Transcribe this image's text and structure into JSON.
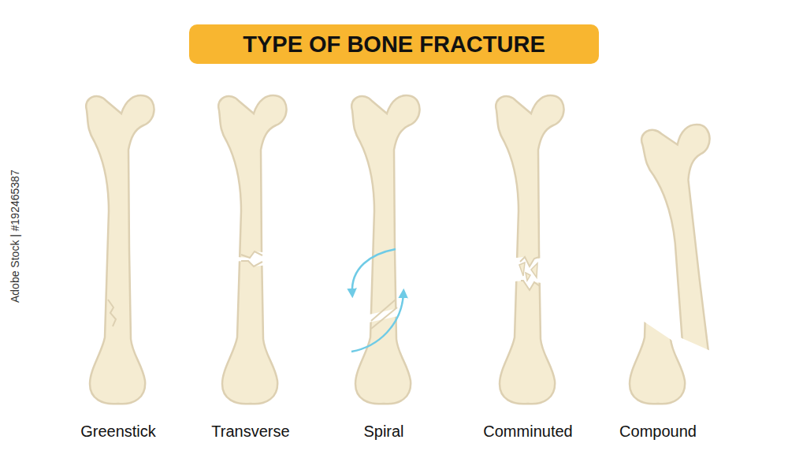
{
  "diagram": {
    "title": "TYPE OF BONE FRACTURE",
    "labels": [
      "Greenstick",
      "Transverse",
      "Spiral",
      "Comminuted",
      "Compound",
      "Adobe Stock | #192465387"
    ]
  }
}
